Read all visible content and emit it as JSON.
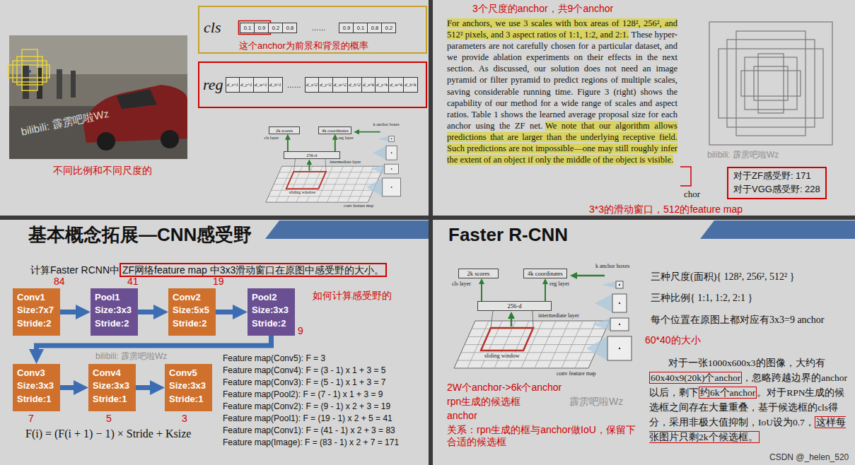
{
  "diagram": {
    "nodes": [
      {
        "text": [
          "cls",
          "……"
        ]
      },
      {
        "text": [
          "0.1"
        ],
        "in": 0
      },
      {
        "text": [
          "0.9"
        ],
        "in": 0
      },
      {
        "text": [
          "0.2"
        ],
        "in": 0
      },
      {
        "text": [
          "0.8"
        ],
        "in": 0
      },
      {
        "text": [
          "0.9"
        ],
        "in": 0
      },
      {
        "text": [
          "0.1"
        ],
        "in": 0
      },
      {
        "text": [
          "0.8"
        ],
        "in": 0
      },
      {
        "text": [
          "0.2"
        ],
        "in": 0
      },
      {
        "text": [
          "reg",
          "……"
        ]
      },
      {
        "text": [
          "d_x^1"
        ],
        "in": 9
      },
      {
        "text": [
          "d_y^1"
        ],
        "in": 9
      },
      {
        "text": [
          "d_w^1"
        ],
        "in": 9
      },
      {
        "text": [
          "d_h^1"
        ],
        "in": 9
      },
      {
        "text": [
          "d_x^2"
        ],
        "in": 9
      },
      {
        "text": [
          "d_y^2"
        ],
        "in": 9
      },
      {
        "text": [
          "d_w^2"
        ],
        "in": 9
      },
      {
        "text": [
          "d_h^2"
        ],
        "in": 9
      },
      {
        "text": [
          "d_x^k"
        ],
        "in": 9
      },
      {
        "text": [
          "d_y^k"
        ],
        "in": 9
      },
      {
        "text": [
          "d_w^k"
        ],
        "in": 9
      },
      {
        "text": [
          "d_h^k"
        ],
        "in": 9
      },
      {
        "text": [
          "2k scores"
        ]
      },
      {
        "text": [
          "4k coordinates"
        ]
      },
      {
        "text": [
          "256-d"
        ]
      },
      {
        "text": [
          "对于ZF感受野: 171",
          "对于VGG感受野: 228"
        ]
      },
      {
        "text": [
          "Conv1",
          "Size:7x7",
          "Stride:2"
        ]
      },
      {
        "text": [
          "Pool1",
          "Size:3x3",
          "Stride:2"
        ]
      },
      {
        "text": [
          "Conv2",
          "Size:5x5",
          "Stride:2"
        ]
      },
      {
        "text": [
          "Pool2",
          "Size:3x3",
          "Stride:2"
        ]
      },
      {
        "text": [
          "Conv3",
          "Size:3x3",
          "Stride:1"
        ]
      },
      {
        "text": [
          "Conv4",
          "Size:3x3",
          "Stride:1"
        ]
      },
      {
        "text": [
          "Conv5",
          "Size:3x3",
          "Stride:1"
        ]
      },
      {
        "text": [
          "2k scores"
        ]
      },
      {
        "text": [
          "4k coordinates"
        ]
      },
      {
        "text": [
          "256-d"
        ]
      }
    ],
    "edges": [
      {
        "from": 24,
        "to": 22,
        "arrow": "to"
      },
      {
        "from": 24,
        "to": 23,
        "arrow": "to"
      },
      {
        "from": 26,
        "to": 27,
        "arrow": "to"
      },
      {
        "from": 27,
        "to": 28,
        "arrow": "to"
      },
      {
        "from": 28,
        "to": 29,
        "arrow": "to"
      },
      {
        "from": 29,
        "to": 30,
        "arrow": "to"
      },
      {
        "from": 30,
        "to": 31,
        "arrow": "to"
      },
      {
        "from": 31,
        "to": 32,
        "arrow": "to"
      },
      {
        "from": 35,
        "to": 33,
        "arrow": "to"
      },
      {
        "from": 35,
        "to": 34,
        "arrow": "to"
      }
    ],
    "labels": [
      "这个anchor为前景和背景的概率",
      "不同比例和不同尺度的",
      "bilibili: 霹雳吧啦Wz",
      "cls layer",
      "reg layer",
      "intermediate layer",
      "sliding window",
      "conv feature map",
      "k anchor boxes",
      "3个尺度的anchor，共9个anchor",
      "For anchors, we use 3 scales with box areas of 128², 256², and 512² pixels, and 3 aspect ratios of 1:1, 1:2, and 2:1.",
      "These hyper-parameters are not carefully chosen for a particular dataset, and we provide ablation experiments on their effects in the next section. As discussed, our solution does not need an image pyramid or filter pyramid to predict regions of multiple scales, saving considerable running time. Figure 3 (right) shows the capability of our method for a wide range of scales and aspect ratios. Table 1 shows the learned average proposal size for each anchor using the ZF net.",
      "We note that our algorithm allows predictions that are larger than the underlying receptive field. Such predictions are not impossible—one may still roughly infer the extent of an object if only the middle of the object is visible.",
      "chor",
      "bilibili: 霹雳吧啦Wz",
      "3*3的滑动窗口，512的feature map",
      "基本概念拓展—CNN感受野",
      "计算Faster RCNN中",
      "ZF网络feature map 中3x3滑动窗口在原图中感受野的大小。",
      "84",
      "41",
      "19",
      "9",
      "7",
      "5",
      "3",
      "如何计算感受野的",
      "Feature map(Conv5): F = 3",
      "Feature map(Conv4): F = (3 - 1) x 1 + 3 = 5",
      "Feature map(Conv3): F = (5 - 1) x 1 + 3 = 7",
      "Feature map(Pool2): F = (7 - 1) x 1 + 3 = 9",
      "Feature map(Conv2): F = (9 - 1) x 2 + 3 = 19",
      "Feature map(Pool1): F = (19 - 1) x 2 + 5 = 41",
      "Feature map(Conv1): F = (41 - 1) x 2 + 3 = 83",
      "Feature map(Image): F = (83 - 1) x 2 + 7 = 171",
      "F(i) = (F(i + 1) − 1) × Stride + Ksize",
      "bilibili: 霹雳吧啦Wz",
      "Faster R-CNN",
      "cls layer",
      "reg layer",
      "intermediate layer",
      "sliding window",
      "conv feature map",
      "k anchor boxes",
      "三种尺度(面积){ 128², 256², 512² }",
      "三种比例{ 1:1, 1:2, 2:1 }",
      "每个位置在原图上都对应有3x3=9 anchor",
      "60*40的大小",
      "对于一张1000x600x3的图像，大约有",
      "60x40x9(20k)个anchor",
      "，忽略跨越边界的anchor以后，剩下",
      "约6k个anchor",
      "。对于RPN生成的候选框之间存在大量重叠，基于候选框的cls得分，采用非极大值抑制，IoU设为0.7，",
      "这样每张图片只剩2k个候选框。",
      "2W个anchor->6k个anchor",
      "rpn生成的候选框",
      "anchor",
      "关系：rpn生成的框与anchor做IoU，保留下合适的候选框",
      "霹雳吧啦Wz",
      "CSDN @_helen_520"
    ]
  }
}
